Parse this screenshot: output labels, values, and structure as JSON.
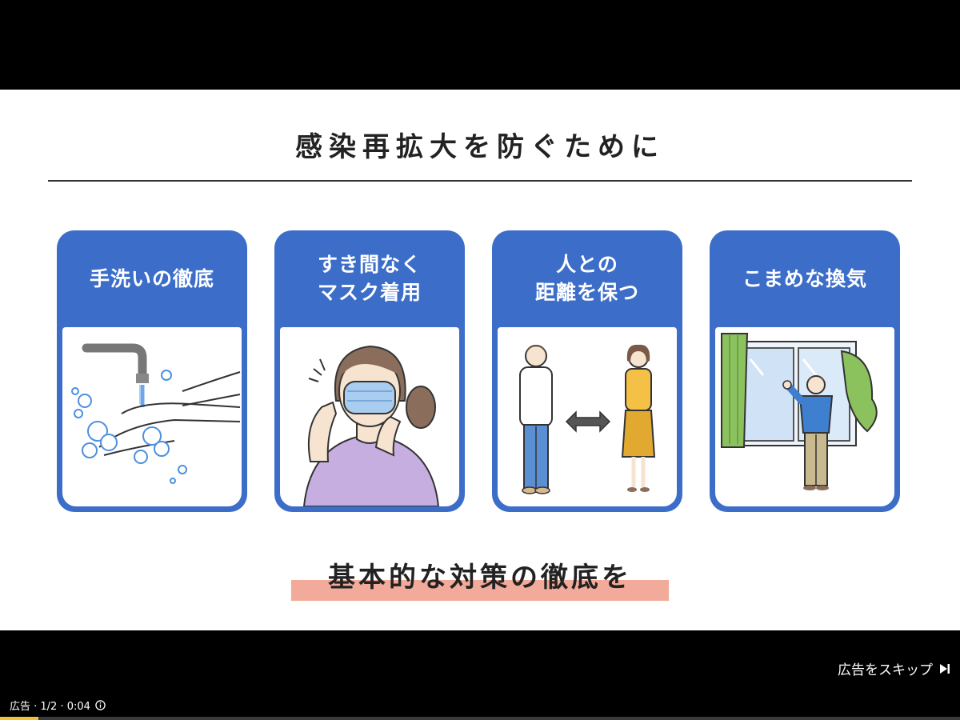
{
  "slide": {
    "title": "感染再拡大を防ぐために",
    "tagline": "基本的な対策の徹底を",
    "cards": [
      {
        "id": "handwash",
        "lines": [
          "手洗いの徹底"
        ]
      },
      {
        "id": "mask",
        "lines": [
          "すき間なく",
          "マスク着用"
        ]
      },
      {
        "id": "distance",
        "lines": [
          "人との",
          "距離を保つ"
        ]
      },
      {
        "id": "ventilation",
        "lines": [
          "こまめな換気"
        ]
      }
    ]
  },
  "ad": {
    "skip_label": "広告をスキップ",
    "info": "広告 · 1/2 · 0:04",
    "progress_fraction": 0.04
  },
  "colors": {
    "card_blue": "#3c6ec9",
    "tagline_highlight": "#f2aa9a",
    "progress": "#f3c233"
  },
  "icons": {
    "skip": "skip-next-icon",
    "info": "info-circle-icon"
  }
}
